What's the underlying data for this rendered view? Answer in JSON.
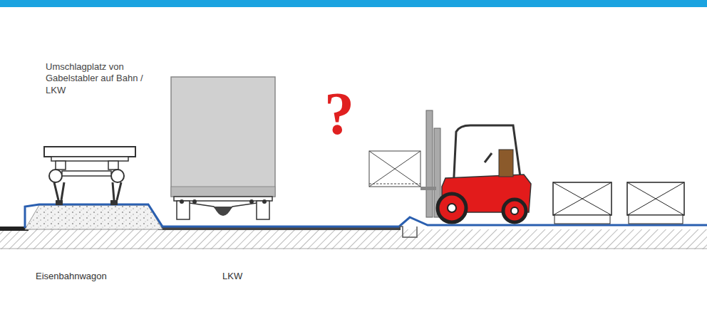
{
  "diagram": {
    "labels": [
      "Umschlagplatz von Gabelstabler auf Bahn / LKW",
      "?",
      "Eisenbahnwagon",
      "LKW"
    ]
  }
}
